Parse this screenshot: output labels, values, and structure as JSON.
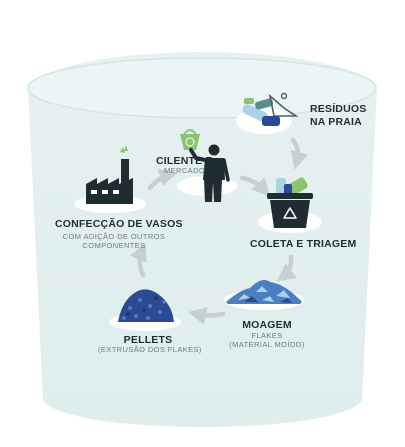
{
  "colors": {
    "background_shape": "#e4f0f0",
    "background_shape_edge": "#d3e5e5",
    "ellipse_highlight": "#ffffff",
    "arrow": "#c6cfd1",
    "icon_dark": "#1f2d33",
    "accent_green": "#8cc36f",
    "pellet_blue": "#2b4a93",
    "flake_blue": "#4a7fc0"
  },
  "icons": {
    "market": "person-holding-shopping-bag-icon",
    "beach": "beach-waste-icon",
    "collection": "recycling-bin-icon",
    "grinding": "flakes-pile-icon",
    "pellets": "pellets-pile-icon",
    "factory": "factory-icon"
  },
  "steps": {
    "cliente": {
      "title_line1": "CILENTE E",
      "subtitle": "MERCADO"
    },
    "residuos": {
      "title_line1": "RESÍDUOS",
      "title_line2": "NA PRAIA"
    },
    "coleta": {
      "title_line1": "COLETA E TRIAGEM"
    },
    "moagem": {
      "title_line1": "MOAGEM",
      "subtitle_line1": "FLAKES",
      "subtitle_line2": "(MATERIAL MOÍDO)"
    },
    "pellets": {
      "title_line1": "PELLETS",
      "subtitle_line1": "(EXTRUSÃO DOS FLAKES)"
    },
    "confeccao": {
      "title_line1": "CONFECÇÃO DE VASOS",
      "subtitle_line1": "COM ADIÇÃO DE OUTROS",
      "subtitle_line2": "COMPONENTES"
    }
  }
}
